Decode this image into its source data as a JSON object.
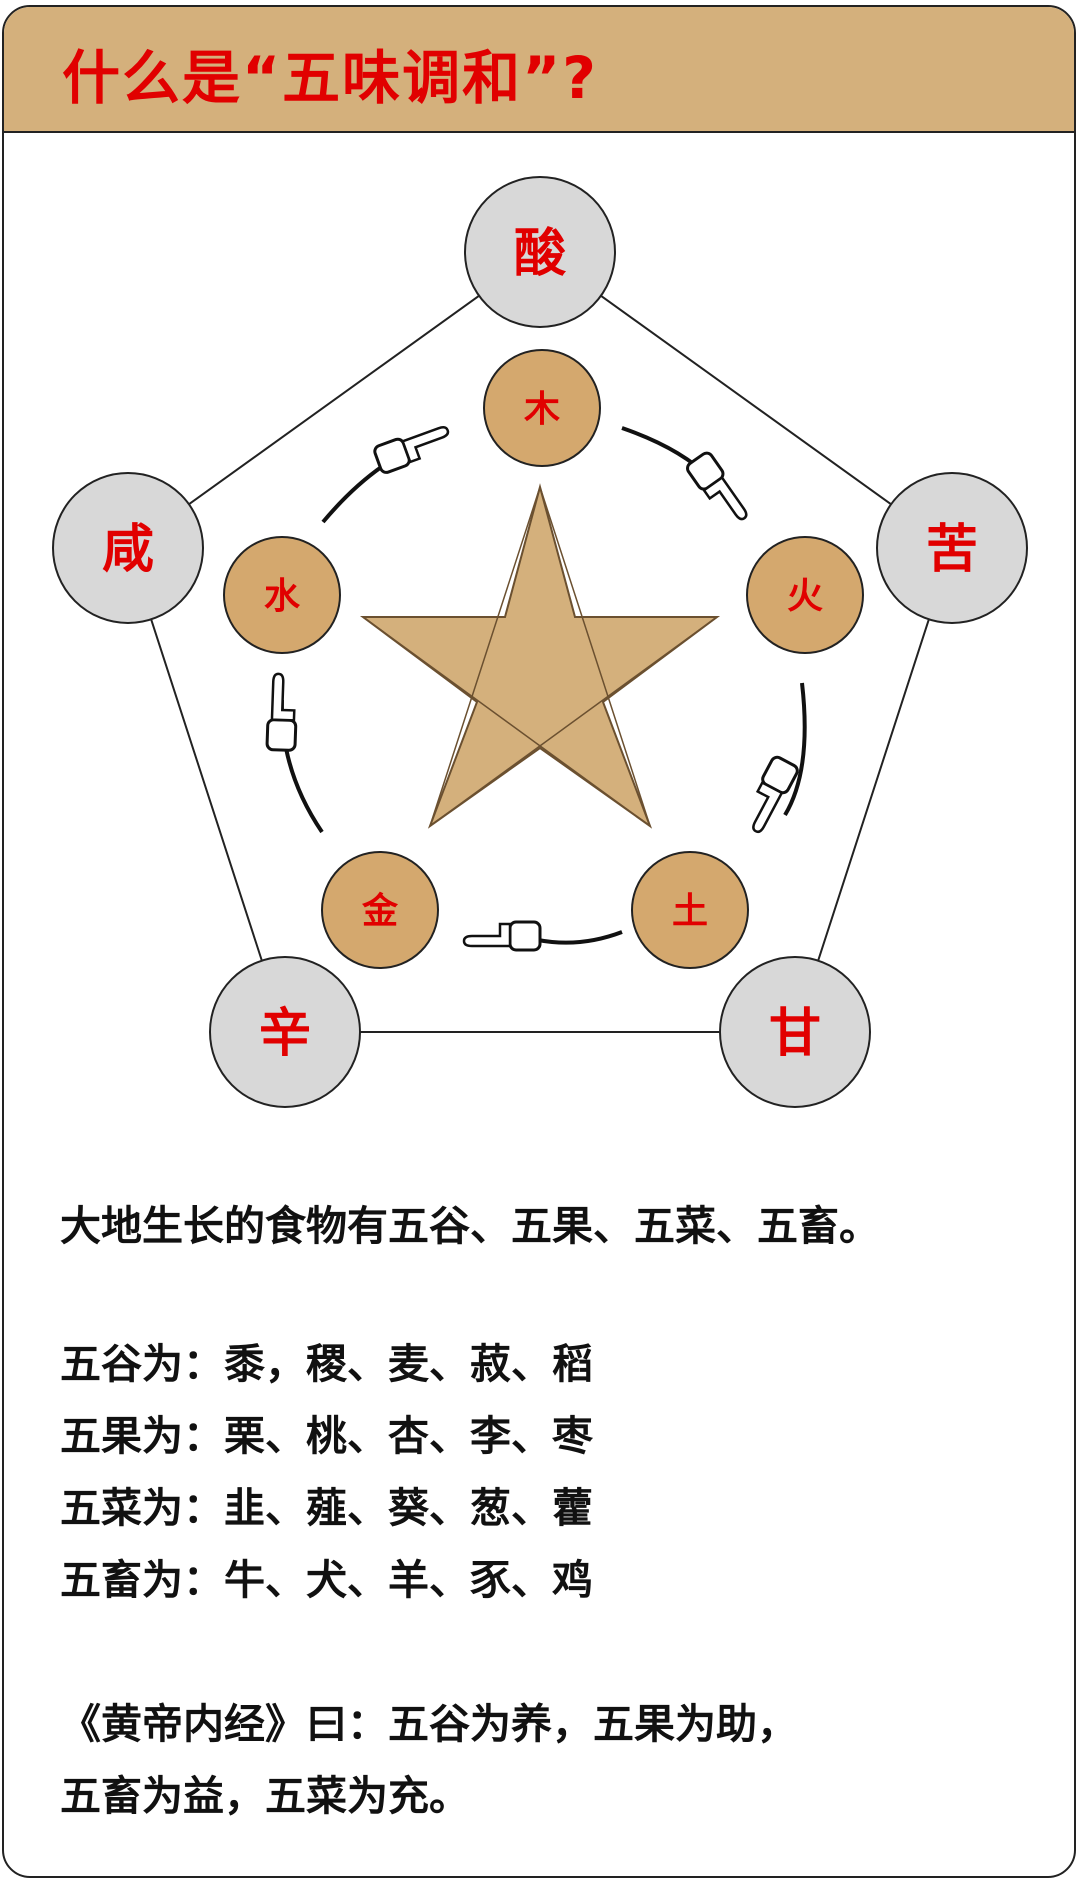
{
  "header": {
    "title": "什么是“五味调和”?"
  },
  "diagram": {
    "flavors": [
      "酸",
      "苦",
      "甘",
      "辛",
      "咸"
    ],
    "elements": [
      "木",
      "火",
      "土",
      "金",
      "水"
    ],
    "colors": {
      "header_bg": "#d4b07c",
      "title": "#e10000",
      "flavor_fill": "#d8d8d8",
      "element_fill": "#d4a86e",
      "star_fill": "#d4b07c",
      "label": "#e10000"
    },
    "icons": [
      "pointing-hand-icon"
    ]
  },
  "text": {
    "intro": "大地生长的食物有五谷、五果、五菜、五畜。",
    "lines": [
      "五谷为：黍，稷、麦、菽、稻",
      "五果为：栗、桃、杏、李、枣",
      "五菜为：韭、薤、葵、葱、藿",
      "五畜为：牛、犬、羊、豕、鸡"
    ],
    "quote": [
      "《黄帝内经》曰：五谷为养，五果为助，",
      "五畜为益，五菜为充。"
    ]
  }
}
